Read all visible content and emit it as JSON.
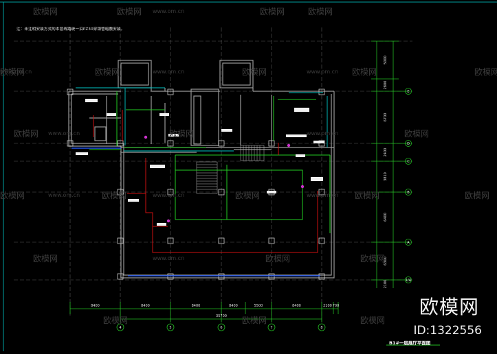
{
  "drawing": {
    "note": "注：未注明安装方式的本层线路统一沿PZ30穿钢管暗敷安装。",
    "title": "B1#一层展厅平面图",
    "bottom_dims": [
      "8400",
      "8400",
      "8400",
      "8400",
      "5500",
      "8400",
      "2100",
      "700"
    ],
    "bottom_total": "35700",
    "bottom_axes": [
      "4",
      "5",
      "6",
      "7",
      "8"
    ],
    "right_dims": [
      "5000",
      "2800",
      "6700",
      "2400",
      "3810",
      "6400",
      "6300",
      "2100"
    ],
    "right_axes": [
      "E",
      "D",
      "C",
      "B",
      "A",
      "1/A"
    ]
  },
  "watermark": {
    "text": "欧模网",
    "url": "www.om.cn"
  },
  "brand": {
    "name": "欧模网",
    "id": "ID:1322556"
  },
  "colors": {
    "background": "#000000",
    "wall": "#9a9a9a",
    "wire_green": "#22cc22",
    "wire_red": "#cc1111",
    "wire_cyan": "#00c8c8",
    "wire_blue": "#2255ee",
    "wire_magenta": "#cc33cc",
    "dim_green": "#22bb22"
  }
}
